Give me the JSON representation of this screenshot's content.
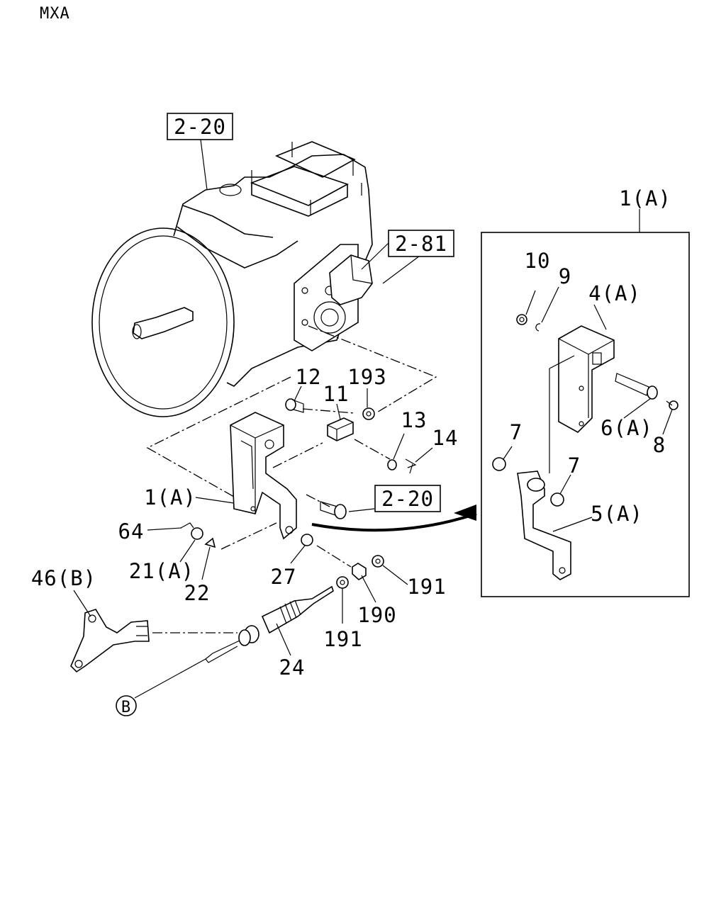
{
  "title": "MXA",
  "refs": {
    "r2_20_top": "2-20",
    "r2_81": "2-81",
    "r2_20_mid": "2-20"
  },
  "inset_label": "1(A)",
  "callouts": {
    "p12": "12",
    "p11": "11",
    "p193": "193",
    "p13": "13",
    "p14": "14",
    "p1a": "1(A)",
    "p64": "64",
    "p21a": "21(A)",
    "p22": "22",
    "p27": "27",
    "p46b": "46(B)",
    "p24": "24",
    "p191a": "191",
    "p190": "190",
    "p191b": "191",
    "p10": "10",
    "p9": "9",
    "p4a": "4(A)",
    "p6a": "6(A)",
    "p8": "8",
    "p7a": "7",
    "p7b": "7",
    "p5a": "5(A)"
  },
  "circle_b": "B"
}
